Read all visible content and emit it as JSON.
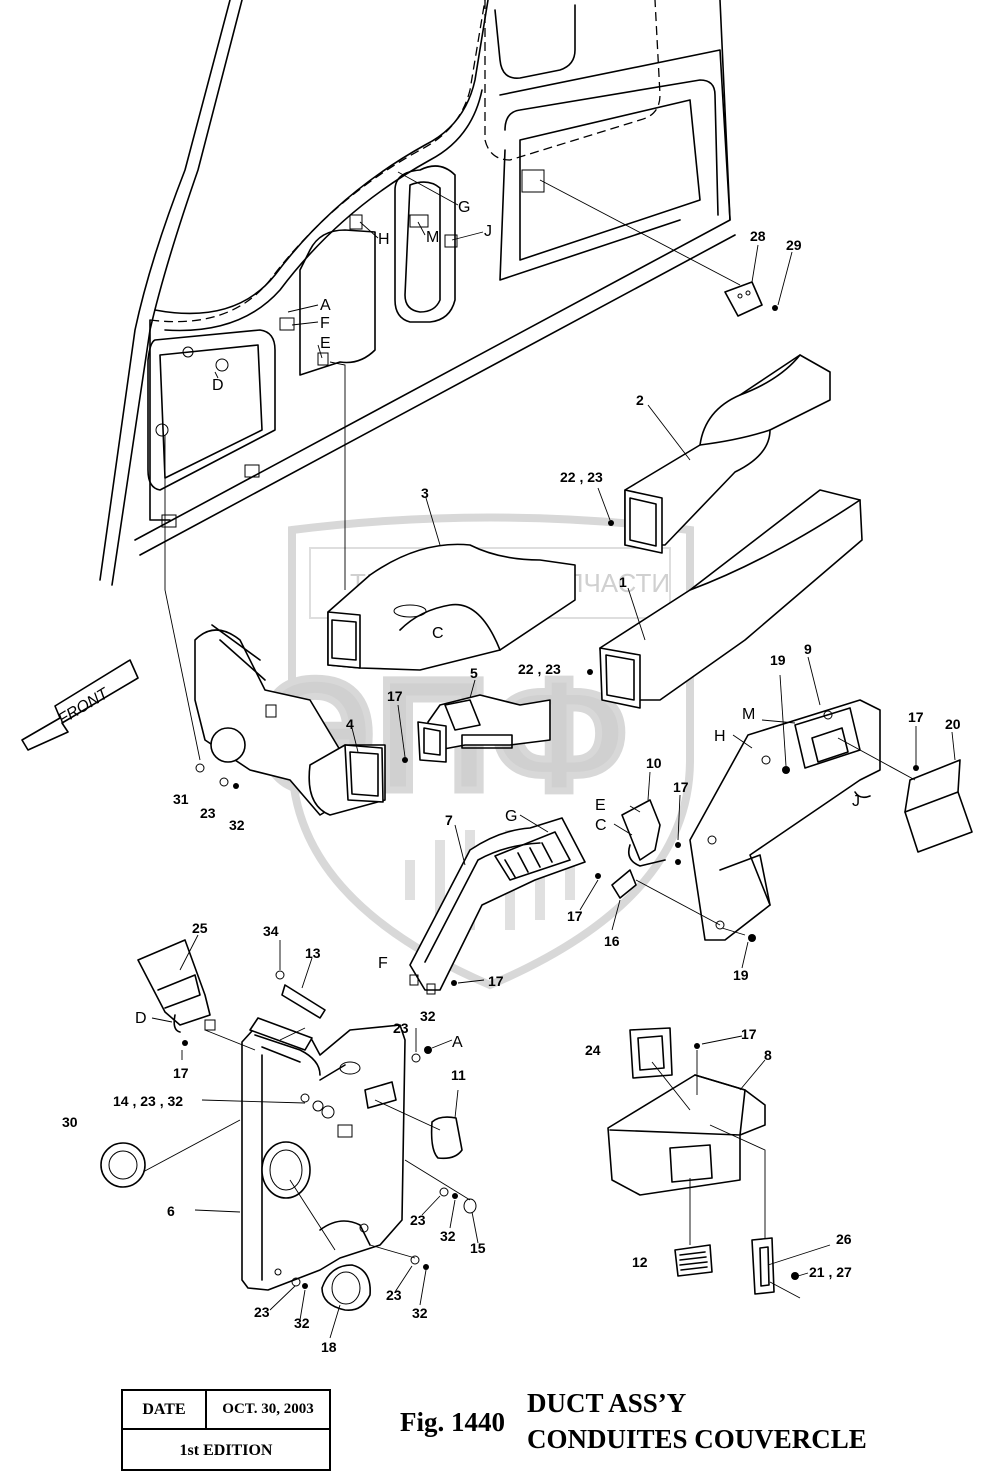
{
  "watermark": {
    "line1_left": "ТЕХНИКА",
    "line1_right": "ЗАПЧАСТИ",
    "logo": "ЭПФ"
  },
  "front_label": "FRONT",
  "callouts": {
    "p1": "1",
    "p2": "2",
    "p3": "3",
    "p4": "4",
    "p5": "5",
    "p6": "6",
    "p7": "7",
    "p8": "8",
    "p9": "9",
    "p10": "10",
    "p11": "11",
    "p12": "12",
    "p13": "13",
    "p14_23_32": "14 , 23 , 32",
    "p15": "15",
    "p16": "16",
    "p17": "17",
    "p18": "18",
    "p19": "19",
    "p20": "20",
    "p21_27": "21 , 27",
    "p22_23": "22 , 23",
    "p23": "23",
    "p24": "24",
    "p25": "25",
    "p26": "26",
    "p28": "28",
    "p29": "29",
    "p30": "30",
    "p31": "31",
    "p32": "32",
    "p34": "34"
  },
  "letters": {
    "A": "A",
    "C": "C",
    "D": "D",
    "E": "E",
    "F": "F",
    "G": "G",
    "H": "H",
    "J": "J",
    "M": "M"
  },
  "title_block": {
    "date_key": "DATE",
    "date_value": "OCT. 30, 2003",
    "edition": "1st EDITION"
  },
  "figure": {
    "number": "Fig. 1440",
    "title_en": "DUCT ASS’Y",
    "title_fr": "CONDUITES COUVERCLE"
  }
}
